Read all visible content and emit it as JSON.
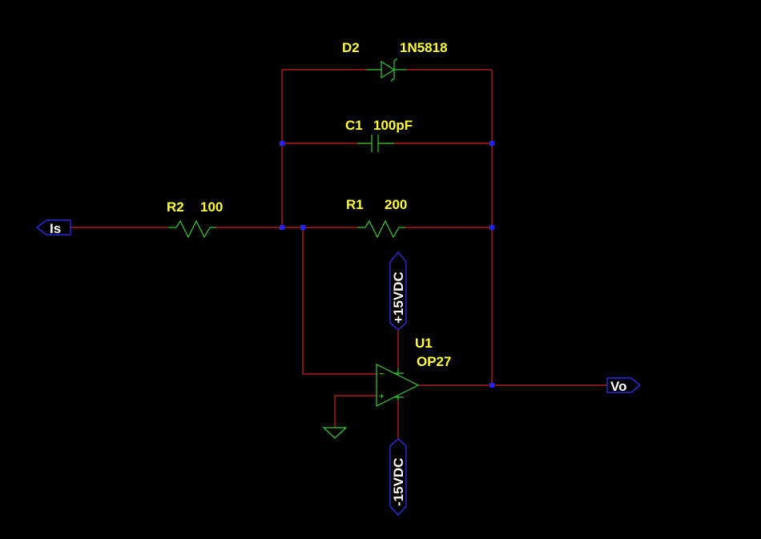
{
  "colors": {
    "background": "#000000",
    "wire": "#cc2222",
    "component": "#33cc33",
    "junction": "#2222ff",
    "label": "#ffff33",
    "port_text": "#ffffff",
    "port_border": "#3333ff"
  },
  "components": {
    "d2": {
      "ref": "D2",
      "value": "1N5818"
    },
    "c1": {
      "ref": "C1",
      "value": "100pF"
    },
    "r1": {
      "ref": "R1",
      "value": "200"
    },
    "r2": {
      "ref": "R2",
      "value": "100"
    },
    "u1": {
      "ref": "U1",
      "value": "OP27",
      "minus": "−",
      "plus": "+"
    }
  },
  "ports": {
    "input": "Is",
    "output": "Vo",
    "supply_pos": "+15VDC",
    "supply_neg": "-15VDC"
  }
}
